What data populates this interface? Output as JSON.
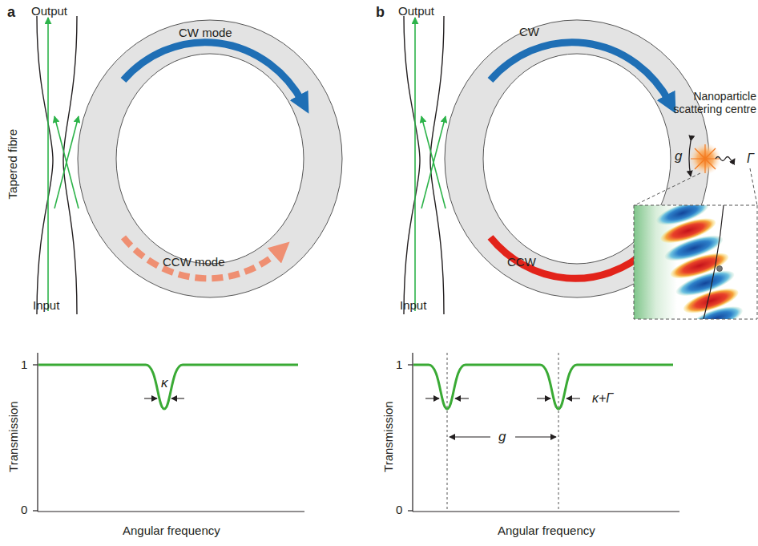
{
  "diagram": {
    "labels": [
      "a",
      "Output",
      "CW mode",
      "CCW mode",
      "Tapered fibre",
      "Input",
      "b",
      "Output",
      "CW",
      "CCW",
      "Nanoparticle scattering centre",
      "g",
      "Γ",
      "Input",
      "1",
      "0",
      "Transmission",
      "Angular frequency",
      "κ",
      "1",
      "0",
      "Transmission",
      "Angular frequency",
      "g",
      "κ+Γ"
    ]
  }
}
